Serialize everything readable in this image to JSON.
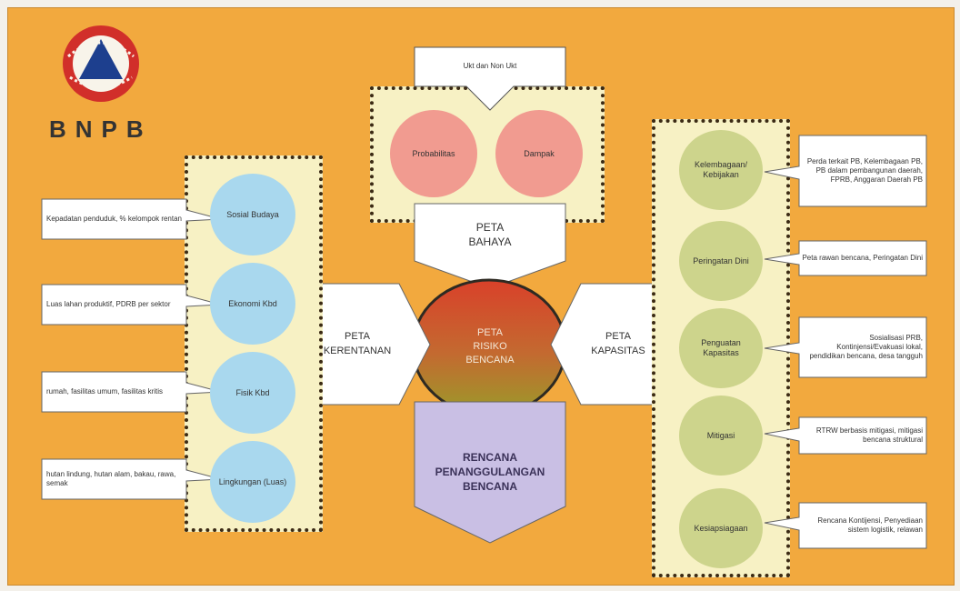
{
  "logo": {
    "text": "BNPB",
    "icon": "bnpb-emblem"
  },
  "top_group": {
    "header": "Ukt dan Non Ukt",
    "circles": [
      "Probabilitas",
      "Dampak"
    ]
  },
  "center": {
    "bahaya": "PETA BAHAYA",
    "kerentanan": "PETA KERENTANAN",
    "kapasitas": "PETA KAPASITAS",
    "risiko": "PETA RISIKO BENCANA",
    "rencana": "RENCANA PENANGGULANGAN BENCANA"
  },
  "left_group": {
    "items": [
      {
        "circle": "Sosial Budaya",
        "callout": "Kepadatan penduduk, % kelompok rentan"
      },
      {
        "circle": "Ekonomi Kbd",
        "callout": "Luas lahan produktif, PDRB per sektor"
      },
      {
        "circle": "Fisik Kbd",
        "callout": "rumah, fasilitas umum, fasilitas kritis"
      },
      {
        "circle": "Lingkungan (Luas)",
        "callout": "hutan lindung, hutan alam, bakau, rawa, semak"
      }
    ]
  },
  "right_group": {
    "items": [
      {
        "circle": "Kelembagaan/ Kebijakan",
        "callout": "Perda terkait PB, Kelembagaan PB, PB dalam pembangunan daerah, FPRB, Anggaran Daerah PB"
      },
      {
        "circle": "Peringatan Dini",
        "callout": "Peta rawan bencana, Peringatan Dini"
      },
      {
        "circle": "Penguatan Kapasitas",
        "callout": "Sosialisasi PRB, Kontinjensi/Evakuasi lokal, pendidikan bencana, desa tangguh"
      },
      {
        "circle": "Mitigasi",
        "callout": "RTRW berbasis mitigasi, mitigasi bencana struktural"
      },
      {
        "circle": "Kesiapsiagaan",
        "callout": "Rencana Kontijensi, Penyediaan sistem logistik, relawan"
      }
    ]
  },
  "colors": {
    "background": "#f2a93e",
    "group_fill": "#f7f1c4",
    "left_circle": "#a9d8ee",
    "right_circle": "#cdd48c",
    "top_circle": "#f19b90",
    "risk_top": "#d9412a",
    "risk_bottom": "#9b9a2a",
    "plan_fill": "#c9bfe4"
  }
}
